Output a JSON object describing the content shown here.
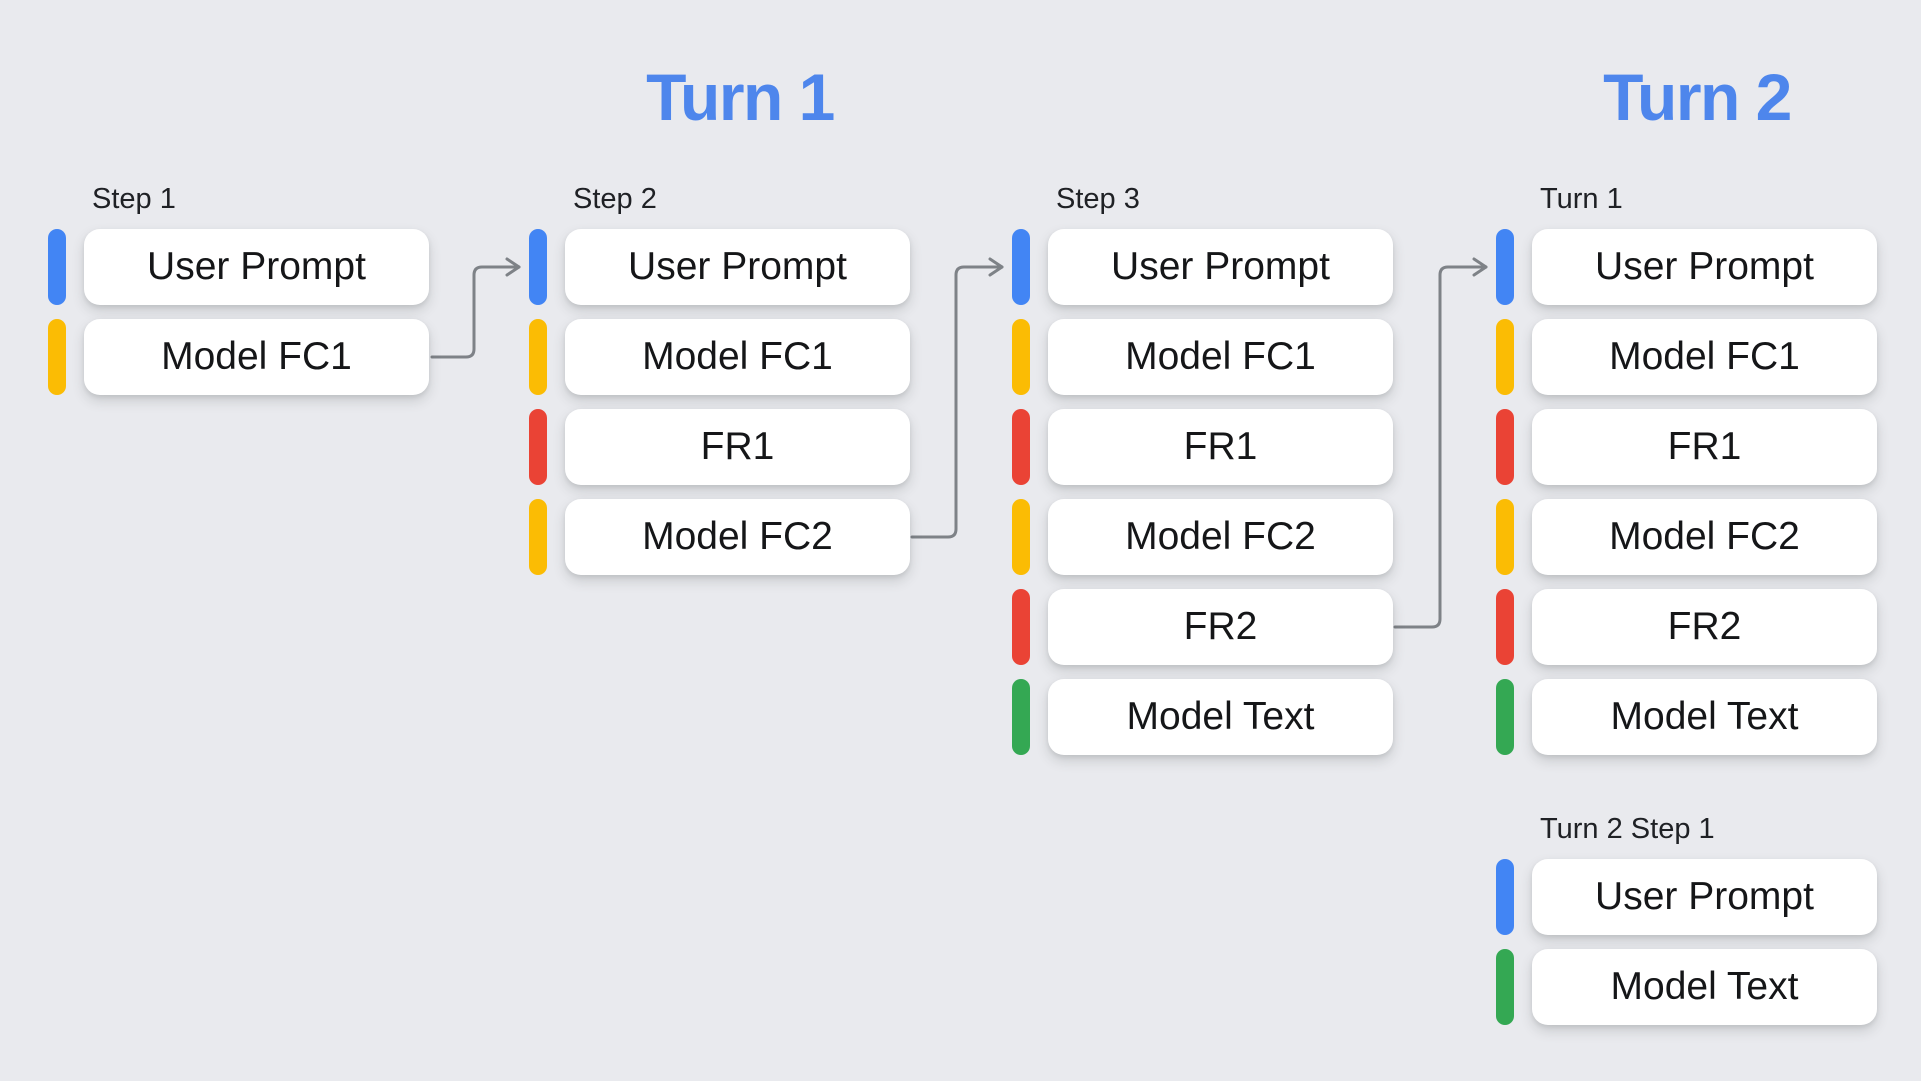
{
  "headings": [
    {
      "id": "turn-1",
      "label": "Turn 1"
    },
    {
      "id": "turn-2",
      "label": "Turn 2"
    }
  ],
  "palette": {
    "background": "#e9eaee",
    "card": "#ffffff",
    "heading_blue": "#4e86ec",
    "label_text": "#1f2125",
    "card_text": "#151618",
    "arrow_gray": "#7e8287",
    "user_prompt_blue": "#4285f4",
    "model_fc_yellow": "#fbbc04",
    "fr_red": "#ea4335",
    "model_text_green": "#34a853"
  },
  "columns": [
    {
      "label": "Step 1",
      "items": [
        {
          "id": "user-prompt",
          "text": "User Prompt",
          "color": "user_prompt_blue"
        },
        {
          "id": "model-fc1",
          "text": "Model FC1",
          "color": "model_fc_yellow"
        }
      ]
    },
    {
      "label": "Step 2",
      "items": [
        {
          "id": "user-prompt",
          "text": "User Prompt",
          "color": "user_prompt_blue"
        },
        {
          "id": "model-fc1",
          "text": "Model FC1",
          "color": "model_fc_yellow"
        },
        {
          "id": "fr1",
          "text": "FR1",
          "color": "fr_red"
        },
        {
          "id": "model-fc2",
          "text": "Model FC2",
          "color": "model_fc_yellow"
        }
      ]
    },
    {
      "label": "Step 3",
      "items": [
        {
          "id": "user-prompt",
          "text": "User Prompt",
          "color": "user_prompt_blue"
        },
        {
          "id": "model-fc1",
          "text": "Model FC1",
          "color": "model_fc_yellow"
        },
        {
          "id": "fr1",
          "text": "FR1",
          "color": "fr_red"
        },
        {
          "id": "model-fc2",
          "text": "Model FC2",
          "color": "model_fc_yellow"
        },
        {
          "id": "fr2",
          "text": "FR2",
          "color": "fr_red"
        },
        {
          "id": "model-text",
          "text": "Model Text",
          "color": "model_text_green"
        }
      ]
    },
    {
      "label": "Turn 1",
      "items": [
        {
          "id": "user-prompt",
          "text": "User Prompt",
          "color": "user_prompt_blue"
        },
        {
          "id": "model-fc1",
          "text": "Model FC1",
          "color": "model_fc_yellow"
        },
        {
          "id": "fr1",
          "text": "FR1",
          "color": "fr_red"
        },
        {
          "id": "model-fc2",
          "text": "Model FC2",
          "color": "model_fc_yellow"
        },
        {
          "id": "fr2",
          "text": "FR2",
          "color": "fr_red"
        },
        {
          "id": "model-text",
          "text": "Model Text",
          "color": "model_text_green"
        }
      ]
    },
    {
      "label": "Turn 2 Step 1",
      "items": [
        {
          "id": "user-prompt",
          "text": "User Prompt",
          "color": "user_prompt_blue"
        },
        {
          "id": "model-text",
          "text": "Model Text",
          "color": "model_text_green"
        }
      ]
    }
  ],
  "arrows": [
    {
      "from": "Step 1 / Model FC1",
      "to": "Step 2 / User Prompt"
    },
    {
      "from": "Step 2 / Model FC2",
      "to": "Step 3 / User Prompt"
    },
    {
      "from": "Step 3 / FR2",
      "to": "Turn 2 / Turn 1 / User Prompt"
    }
  ]
}
